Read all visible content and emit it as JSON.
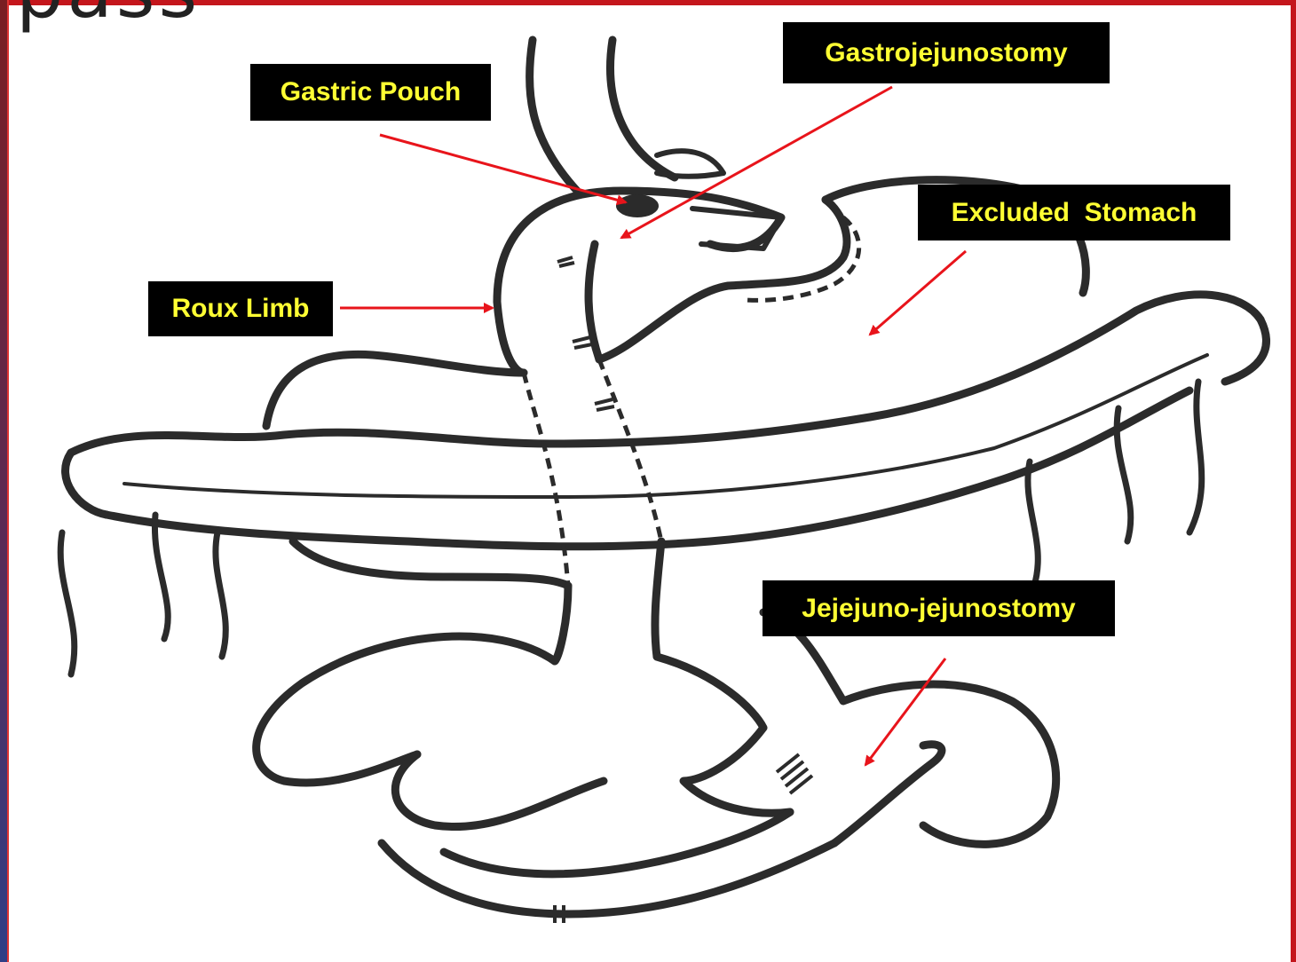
{
  "title_fragment": "pass",
  "labels": {
    "gastric_pouch": "Gastric Pouch",
    "gastrojejunostomy": "Gastrojejunostomy",
    "excluded_stomach": "Excluded  Stomach",
    "roux_limb": "Roux Limb",
    "jejejuno_jejunostomy": "Jejejuno-jejunostomy"
  },
  "colors": {
    "label_bg": "#000000",
    "label_text": "#ffff33",
    "arrow": "#e8141b",
    "outline": "#2b2b2b",
    "frame": "#c4161c"
  }
}
